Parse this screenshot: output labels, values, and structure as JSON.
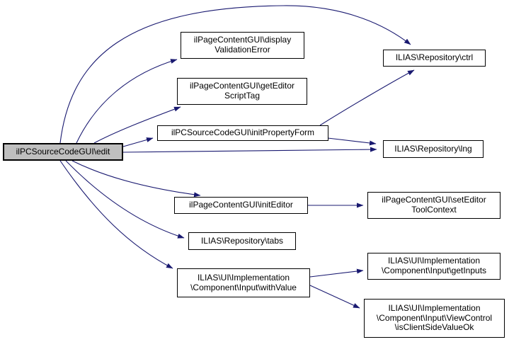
{
  "diagram": {
    "type": "call-graph",
    "background_color": "#ffffff",
    "edge_color": "#191970",
    "node_border_color": "#000000",
    "node_fill_color": "#ffffff",
    "current_node_fill_color": "#bfbfbf"
  },
  "nodes": {
    "edit": {
      "label": "ilPCSourceCodeGUI\\edit",
      "current": true
    },
    "displayValidationError": {
      "label": "ilPageContentGUI\\display\nValidationError"
    },
    "getEditorScriptTag": {
      "label": "ilPageContentGUI\\getEditor\nScriptTag"
    },
    "initPropertyForm": {
      "label": "ilPCSourceCodeGUI\\initPropertyForm"
    },
    "ctrl": {
      "label": "ILIAS\\Repository\\ctrl"
    },
    "lng": {
      "label": "ILIAS\\Repository\\lng"
    },
    "initEditor": {
      "label": "ilPageContentGUI\\initEditor"
    },
    "setEditorToolContext": {
      "label": "ilPageContentGUI\\setEditor\nToolContext"
    },
    "tabs": {
      "label": "ILIAS\\Repository\\tabs"
    },
    "withValue": {
      "label": "ILIAS\\UI\\Implementation\n\\Component\\Input\\withValue"
    },
    "getInputs": {
      "label": "ILIAS\\UI\\Implementation\n\\Component\\Input\\getInputs"
    },
    "isClientSideValueOk": {
      "label": "ILIAS\\UI\\Implementation\n\\Component\\Input\\ViewControl\n\\isClientSideValueOk"
    }
  },
  "edges": [
    {
      "from": "ilPCSourceCodeGUI\\edit",
      "to": "ilPageContentGUI\\displayValidationError"
    },
    {
      "from": "ilPCSourceCodeGUI\\edit",
      "to": "ilPageContentGUI\\getEditorScriptTag"
    },
    {
      "from": "ilPCSourceCodeGUI\\edit",
      "to": "ilPCSourceCodeGUI\\initPropertyForm"
    },
    {
      "from": "ilPCSourceCodeGUI\\edit",
      "to": "ILIAS\\Repository\\ctrl"
    },
    {
      "from": "ilPCSourceCodeGUI\\edit",
      "to": "ILIAS\\Repository\\lng"
    },
    {
      "from": "ilPCSourceCodeGUI\\edit",
      "to": "ilPageContentGUI\\initEditor"
    },
    {
      "from": "ilPCSourceCodeGUI\\edit",
      "to": "ILIAS\\Repository\\tabs"
    },
    {
      "from": "ilPCSourceCodeGUI\\edit",
      "to": "ILIAS\\UI\\Implementation\\Component\\Input\\withValue"
    },
    {
      "from": "ilPCSourceCodeGUI\\initPropertyForm",
      "to": "ILIAS\\Repository\\ctrl"
    },
    {
      "from": "ilPCSourceCodeGUI\\initPropertyForm",
      "to": "ILIAS\\Repository\\lng"
    },
    {
      "from": "ilPageContentGUI\\initEditor",
      "to": "ilPageContentGUI\\setEditorToolContext"
    },
    {
      "from": "ILIAS\\UI\\Implementation\\Component\\Input\\withValue",
      "to": "ILIAS\\UI\\Implementation\\Component\\Input\\getInputs"
    },
    {
      "from": "ILIAS\\UI\\Implementation\\Component\\Input\\withValue",
      "to": "ILIAS\\UI\\Implementation\\Component\\Input\\ViewControl\\isClientSideValueOk"
    }
  ]
}
